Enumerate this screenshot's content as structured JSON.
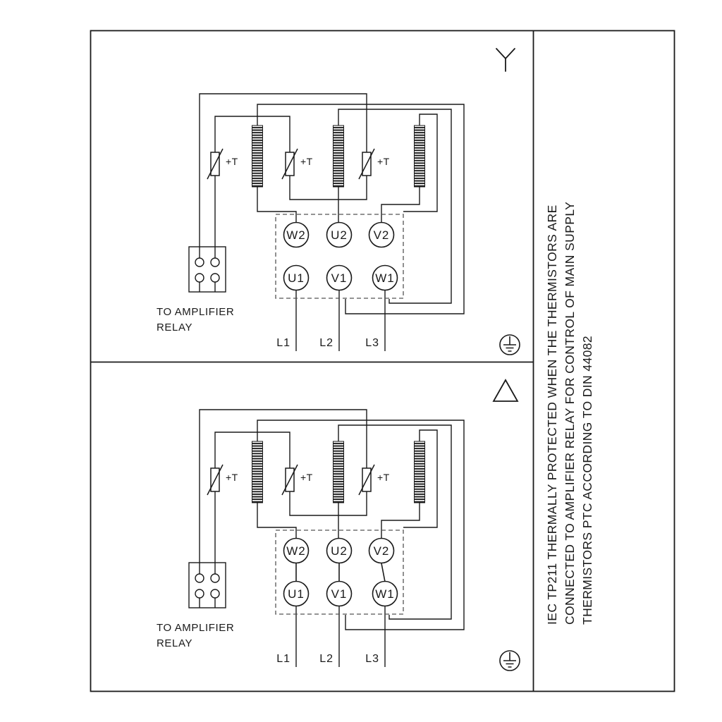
{
  "colors": {
    "ink": "#1a1a1a",
    "background": "#ffffff",
    "dashed_box": "#555555"
  },
  "side_note": {
    "lines": [
      "IEC TP211 THERMALLY PROTECTED WHEN THE THERMISTORS ARE",
      "CONNECTED TO AMPLIFIER RELAY FOR CONTROL OF MAIN SUPPLY",
      "THERMISTORS PTC ACCORDING TO DIN 44082"
    ]
  },
  "panels": [
    {
      "connection": "star",
      "connection_icon": "star-icon",
      "terminal_top_row": [
        "W2",
        "U2",
        "V2"
      ],
      "terminal_bottom_row": [
        "U1",
        "V1",
        "W1"
      ],
      "supply_lines": [
        "L1",
        "L2",
        "L3"
      ],
      "thermistor_label": "+T",
      "relay_note_line1": "TO AMPLIFIER",
      "relay_note_line2": "RELAY"
    },
    {
      "connection": "delta",
      "connection_icon": "delta-icon",
      "terminal_top_row": [
        "W2",
        "U2",
        "V2"
      ],
      "terminal_bottom_row": [
        "U1",
        "V1",
        "W1"
      ],
      "supply_lines": [
        "L1",
        "L2",
        "L3"
      ],
      "thermistor_label": "+T",
      "relay_note_line1": "TO AMPLIFIER",
      "relay_note_line2": "RELAY"
    }
  ]
}
